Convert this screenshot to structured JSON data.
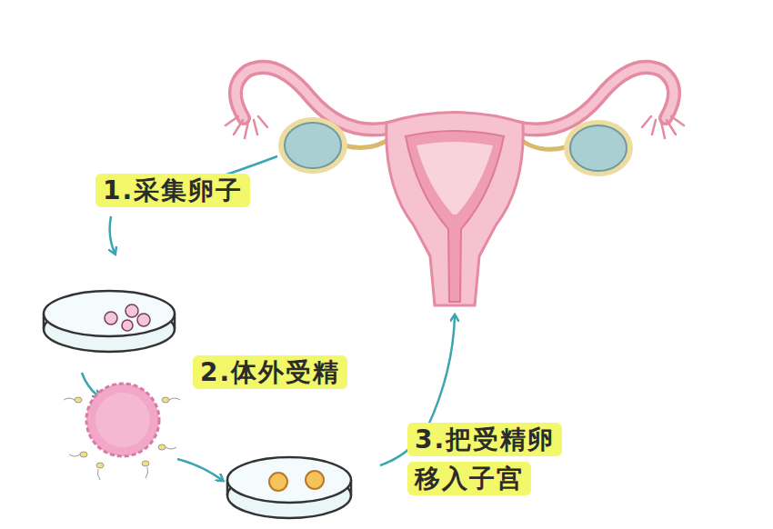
{
  "diagram": {
    "labels": [
      "1.采集卵子",
      "2.体外受精",
      "3.把受精卵 移入子宫"
    ]
  }
}
